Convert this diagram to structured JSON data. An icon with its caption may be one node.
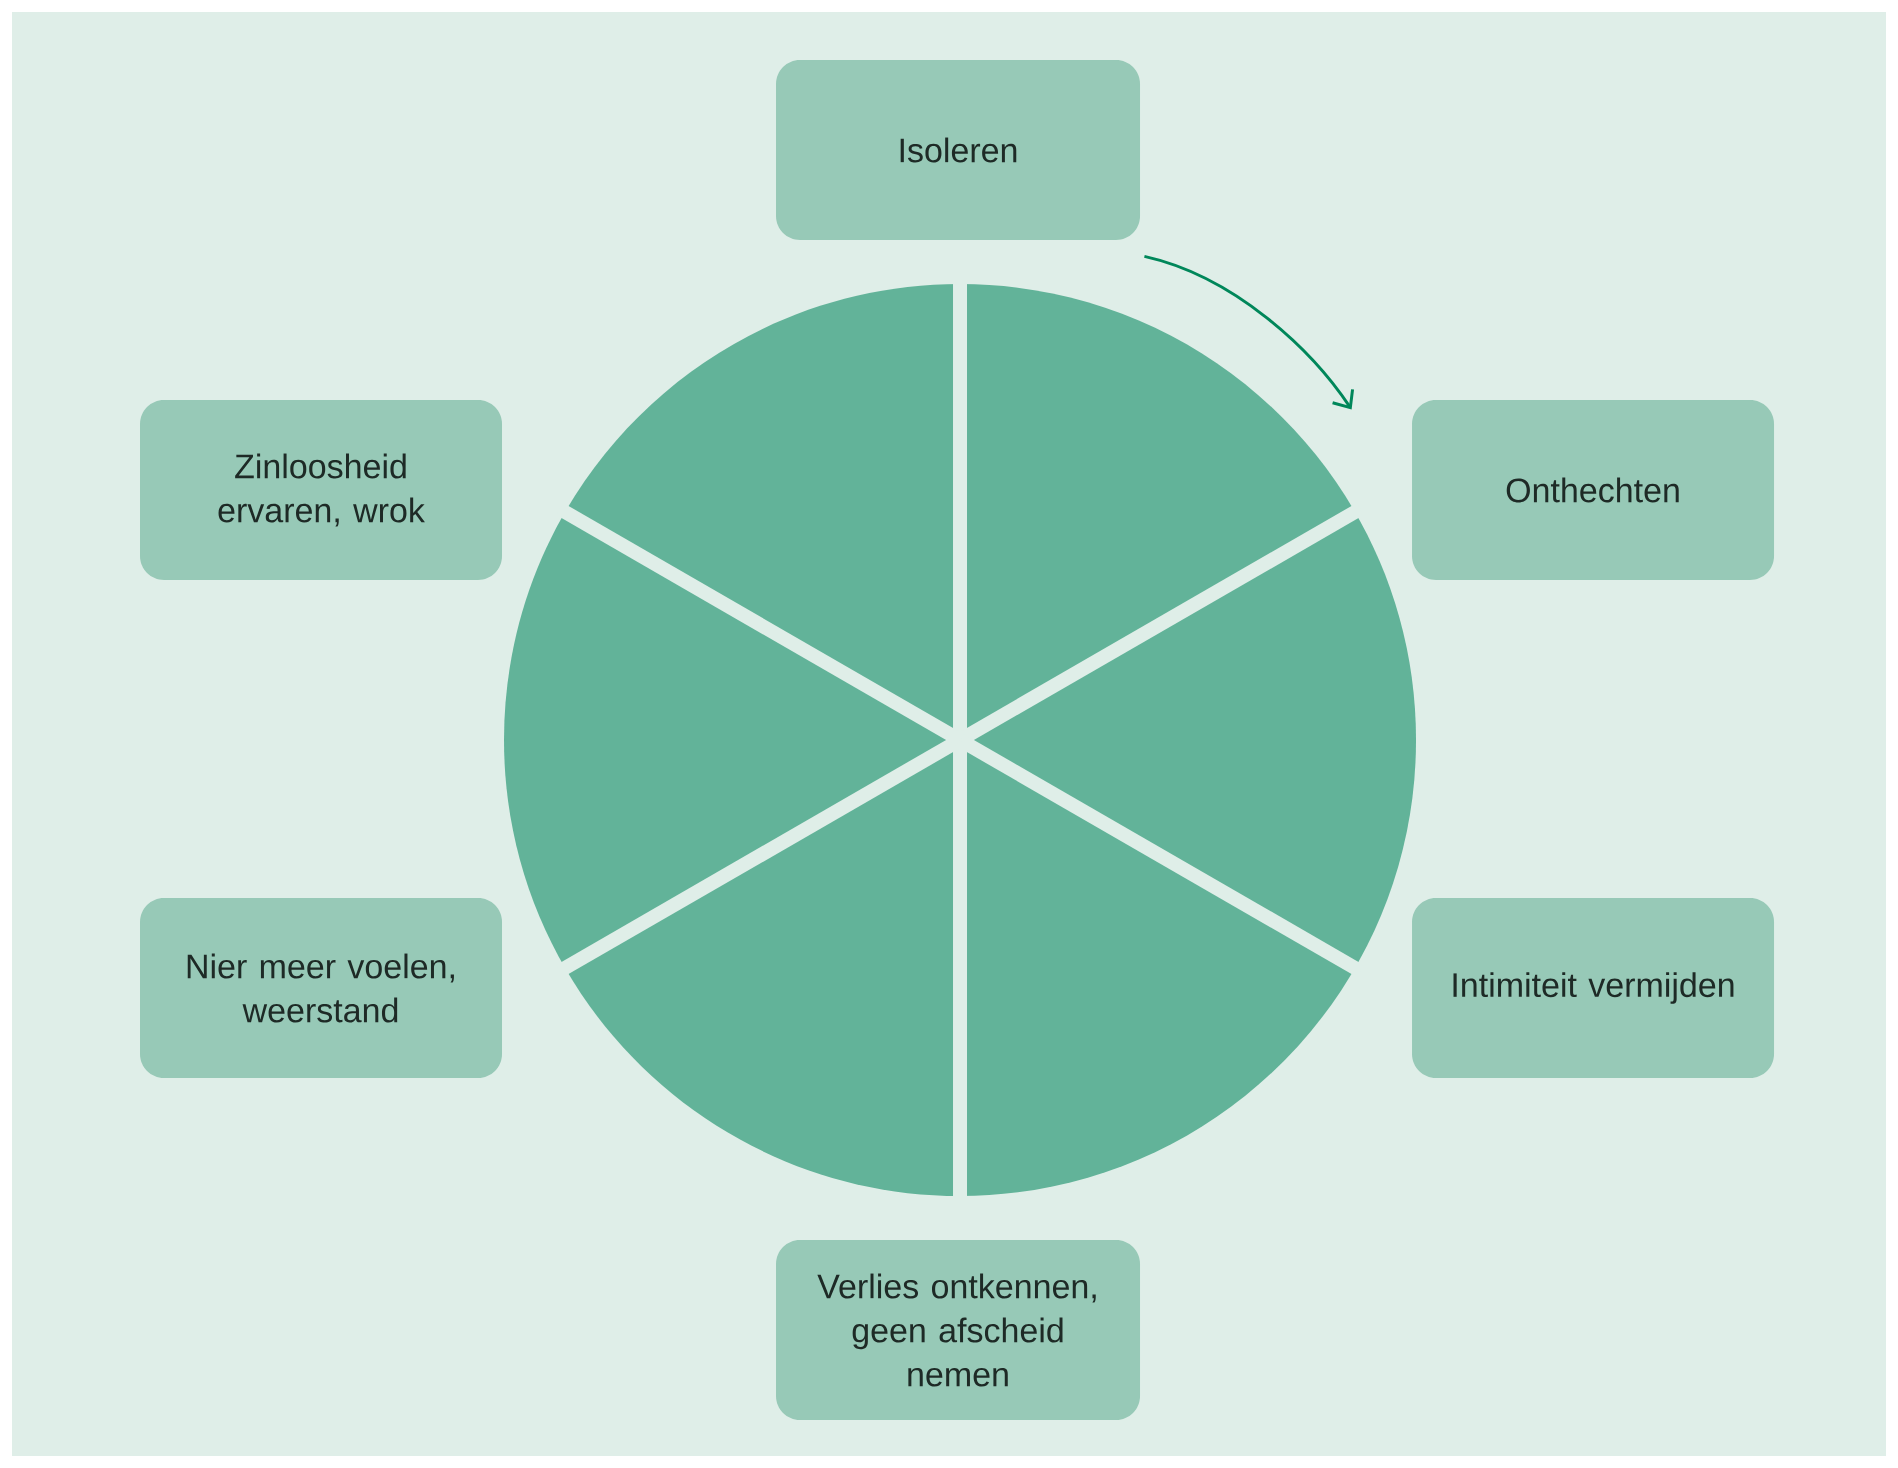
{
  "diagram": {
    "nodes": [
      {
        "text": [
          "Isoleren"
        ]
      },
      {
        "text": [
          "Zinloosheid ervaren, wrok"
        ]
      },
      {
        "text": [
          "Onthechten"
        ]
      },
      {
        "text": [
          "Nier meer voelen, weerstand"
        ]
      },
      {
        "text": [
          "Intimiteit vermijden"
        ]
      },
      {
        "text": [
          "Verlies ontkennen, geen afscheid nemen"
        ]
      }
    ],
    "edges": [
      {
        "from": 0,
        "to": 2,
        "arrow": "to"
      }
    ]
  }
}
